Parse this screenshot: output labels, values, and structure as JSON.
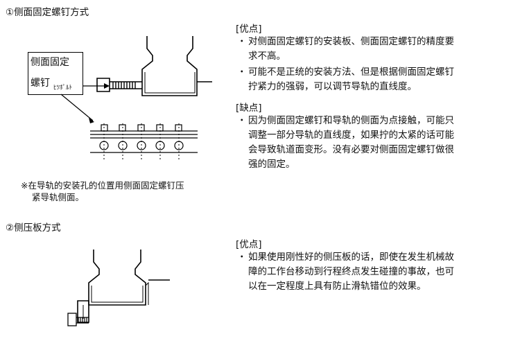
{
  "section1": {
    "title": "①侧面固定螺钉方式",
    "callout_main": "侧面固定",
    "callout_main2": "螺钉",
    "callout_sub": "ﾋﾂﾎﾟﾙﾄ",
    "note_line1": "※在导轨的安装孔的位置用侧面固定螺钉压",
    "note_line2": "紧导轨侧面。",
    "pros_label": "[优点]",
    "pros": [
      {
        "line1": "对侧面固定螺钉的安装板、侧面固定螺钉的精度要",
        "line2": "求不高。"
      },
      {
        "line1": "可能不是正统的安装方法、但是根据侧面固定螺钉",
        "line2": "拧紧力的强弱，可以调节导轨的直线度。"
      }
    ],
    "cons_label": "[缺点]",
    "cons": [
      {
        "line1": "因为侧面固定螺钉和导轨的侧面为点接触，可能只",
        "line2": "调整一部分导轨的直线度，如果拧的太紧的话可能",
        "line3": "会导致轨道面变形。没有必要对侧面固定螺钉做很",
        "line4": "强的固定。"
      }
    ]
  },
  "section2": {
    "title": "②侧压板方式",
    "pros_label": "[优点]",
    "pros": [
      {
        "line1": "如果使用刚性好的侧压板的话，即使在发生机械故",
        "line2": "障的工作台移动到行程终点发生碰撞的事故，也可",
        "line3": "以在一定程度上具有防止滑轨错位的效果。"
      }
    ]
  },
  "bullet_char": "・"
}
